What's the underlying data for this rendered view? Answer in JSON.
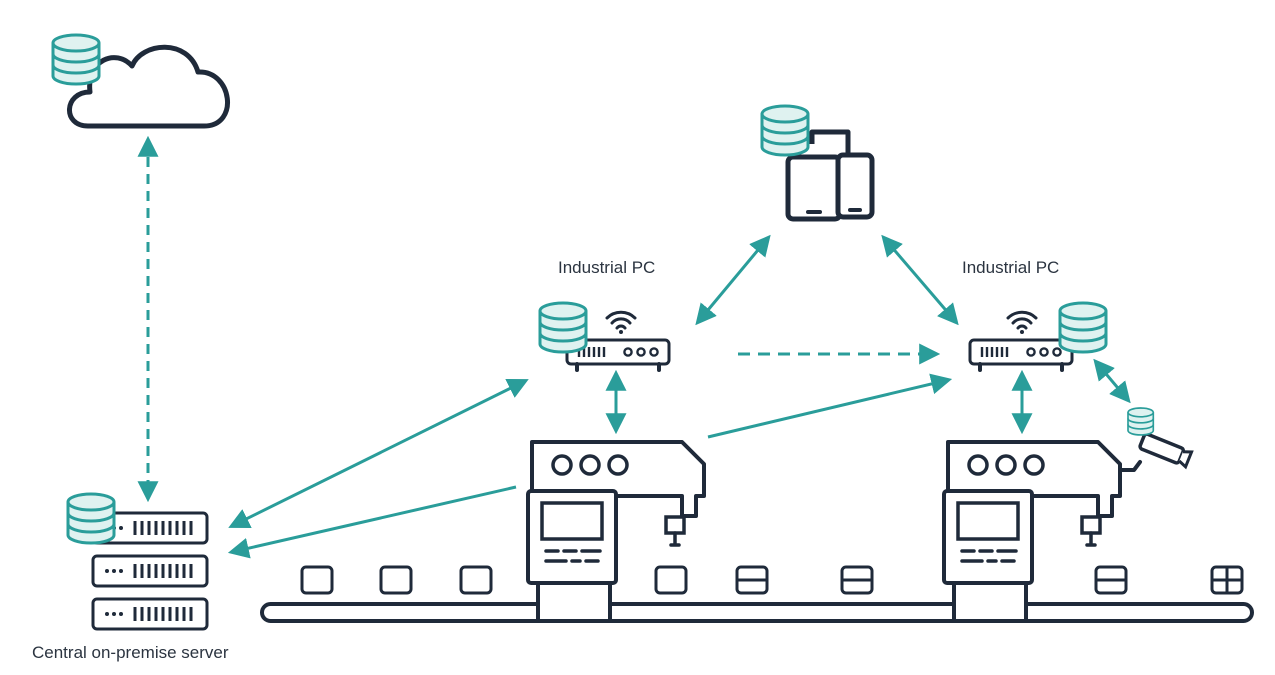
{
  "labels": {
    "ipc_left": "Industrial PC",
    "ipc_right": "Industrial PC",
    "server": "Central on-premise server"
  },
  "icons": [
    "cloud-icon",
    "database-icon",
    "tablet-icon",
    "phone-icon",
    "router-icon",
    "wifi-icon",
    "server-rack-icon",
    "robot-machine-icon",
    "security-camera-icon",
    "conveyor-belt-icon",
    "product-box-icon"
  ],
  "colors": {
    "stroke": "#1f2a3a",
    "accent": "#2a9d9a",
    "db_fill": "#dff2f0"
  }
}
